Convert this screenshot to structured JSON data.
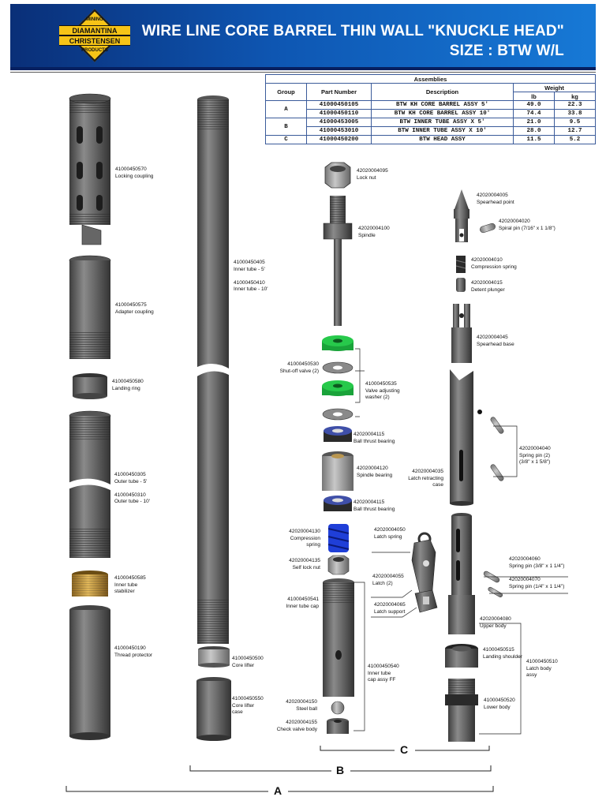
{
  "header": {
    "title_line1": "WIRE LINE CORE BARREL THIN WALL \"KNUCKLE HEAD\"",
    "title_line2": "SIZE : BTW W/L",
    "logo": {
      "top": "MINING",
      "line1": "DIAMANTINA",
      "line2": "CHRISTENSEN",
      "bottom": "PRODUCTS"
    }
  },
  "assemblies": {
    "caption": "Assemblies",
    "headers": {
      "group": "Group",
      "part": "Part Number",
      "desc": "Description",
      "weight": "Weight",
      "lb": "lb",
      "kg": "kg"
    },
    "rows": [
      {
        "group": "A",
        "part": "41000450105",
        "desc": "BTW KH CORE BARREL ASSY 5'",
        "lb": "49.0",
        "kg": "22.3"
      },
      {
        "group": "",
        "part": "41000450110",
        "desc": "BTW KH CORE BARREL ASSY 10'",
        "lb": "74.4",
        "kg": "33.8"
      },
      {
        "group": "B",
        "part": "41000453005",
        "desc": "BTW INNER TUBE ASSY X 5'",
        "lb": "21.0",
        "kg": "9.5"
      },
      {
        "group": "",
        "part": "41000453010",
        "desc": "BTW INNER TUBE ASSY X 10'",
        "lb": "28.0",
        "kg": "12.7"
      },
      {
        "group": "C",
        "part": "41000450200",
        "desc": "BTW HEAD ASSY",
        "lb": "11.5",
        "kg": "5.2"
      }
    ]
  },
  "parts": {
    "locking_coupling": "41000450570\nLocking coupling",
    "adapter_coupling": "41000450575\nAdapter coupling",
    "landing_ring": "41000450580\nLanding ring",
    "outer_tube": "41000450305\nOuter tube - 5'\n\n41000450310\nOuter tube - 10'",
    "inner_tube_stabilizer": "41000450585\nInner tube\nstabilizer",
    "thread_protector": "41000450190\nThread protector",
    "inner_tube": "41000450405\nInner tube - 5'\n\n41000450410\nInner tube - 10'",
    "core_lifter": "41000450500\nCore lifter",
    "core_lifter_case": "41000450550\nCore lifter\ncase",
    "lock_nut": "42020004095\nLock nut",
    "spindle": "42020004100\nSpindle",
    "shutoff_valve": "41000450530\nShut-off valve (2)",
    "valve_washer": "41000450535\nValve adjusting\nwasher (2)",
    "ball_thrust_1": "42020004115\nBall thrust bearing",
    "spindle_bearing": "42020004120\nSpindle bearing",
    "ball_thrust_2": "42020004115\nBall thrust bearing",
    "compression_spring_b": "42020004130\nCompression\nspring",
    "self_lock_nut": "42020004135\nSelf lock nut",
    "inner_tube_cap": "41000450541\nInner tube cap",
    "steel_ball": "42020004150\nSteel ball",
    "check_valve_body": "42020004155\nCheck valve body",
    "inner_tube_cap_assy": "41000450540\nInner tube\ncap assy FF",
    "latch_spring": "42020004050\nLatch spring",
    "latch": "42020004055\nLatch (2)",
    "latch_support": "42020004065\nLatch support",
    "spearhead_point": "42020004005\nSpearhead point",
    "spiral_pin": "42020004020\nSpiral pin (7/16\" x 1 1/8\")",
    "compression_spring_c": "42020004010\nCompression spring",
    "detent_plunger": "42020004015\nDetent plunger",
    "spearhead_base": "42020004045\nSpearhead base",
    "spring_pin_2": "42020004040\nSpring pin (2)\n(3/8\" x 1 5/8\")",
    "latch_retracting_case": "42020004035\nLatch retracting\ncase",
    "spring_pin_a": "42020004060\nSpring pin (3/8\" x 1 1/4\")",
    "spring_pin_b": "42020004070\nSpring pin (1/4\" x 1 1/4\")",
    "upper_body": "42020004080\nUpper body",
    "landing_shoulder": "41000450515\nLanding shoulder",
    "latch_body_assy": "41000450510\nLatch body\nassy",
    "lower_body": "41000450520\nLower body"
  },
  "brackets": {
    "a": "A",
    "b": "B",
    "c": "C"
  },
  "colors": {
    "banner": "#0e56b2",
    "logo_yellow": "#f6c417",
    "valve_green": "#1aa33a",
    "spring_blue": "#1f3fd8",
    "bronze": "#c99a3a",
    "metal": "#5f5f5f"
  }
}
